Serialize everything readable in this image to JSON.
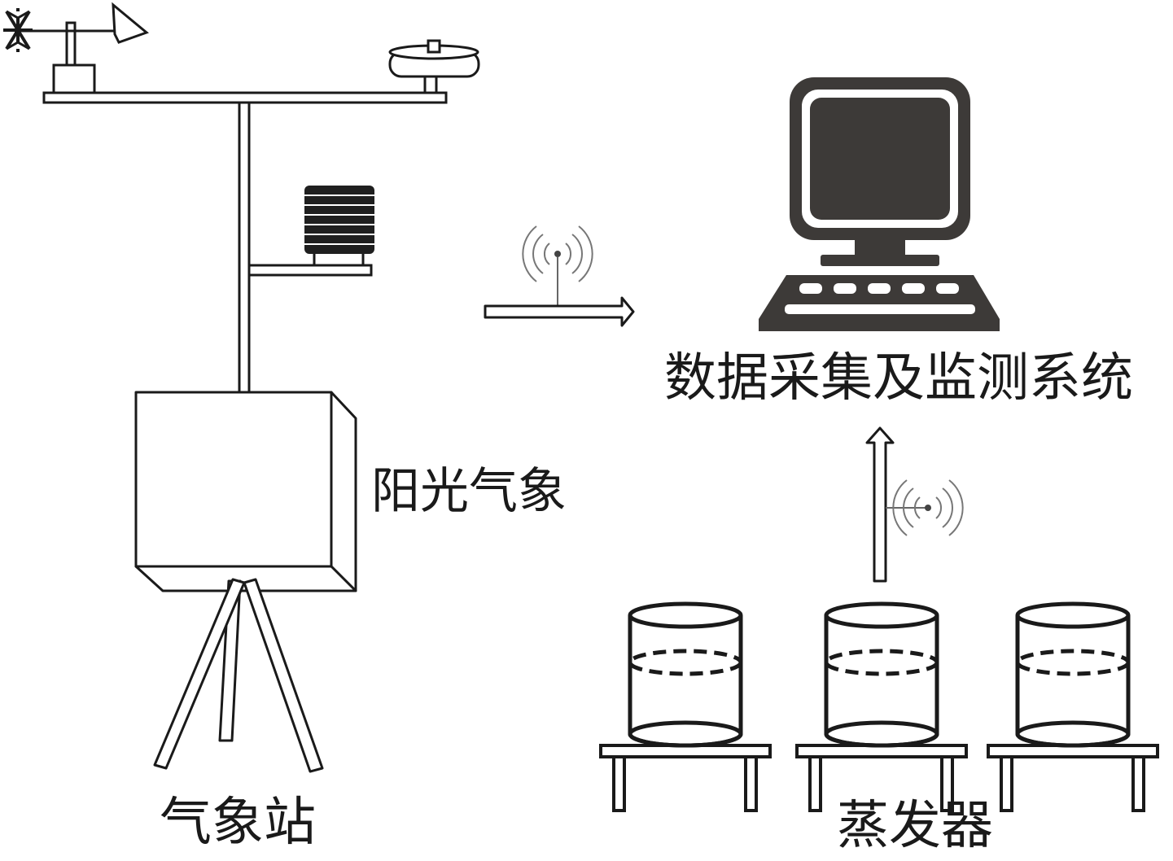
{
  "labels": {
    "weather_station": "气象站",
    "brand": "阳光气象",
    "system": "数据采集及监测系统",
    "evaporator": "蒸发器"
  },
  "colors": {
    "ink": "#1a1a1a",
    "monitor_fill": "#3d3a38",
    "screen_fill": "#3d3a38",
    "radiation_shield": "#1f1f1f"
  },
  "icons": [
    "wind-vane-icon",
    "anemometer-icon",
    "radiation-shield-icon",
    "wireless-signal-icon",
    "computer-icon",
    "evaporation-pan-icon"
  ]
}
